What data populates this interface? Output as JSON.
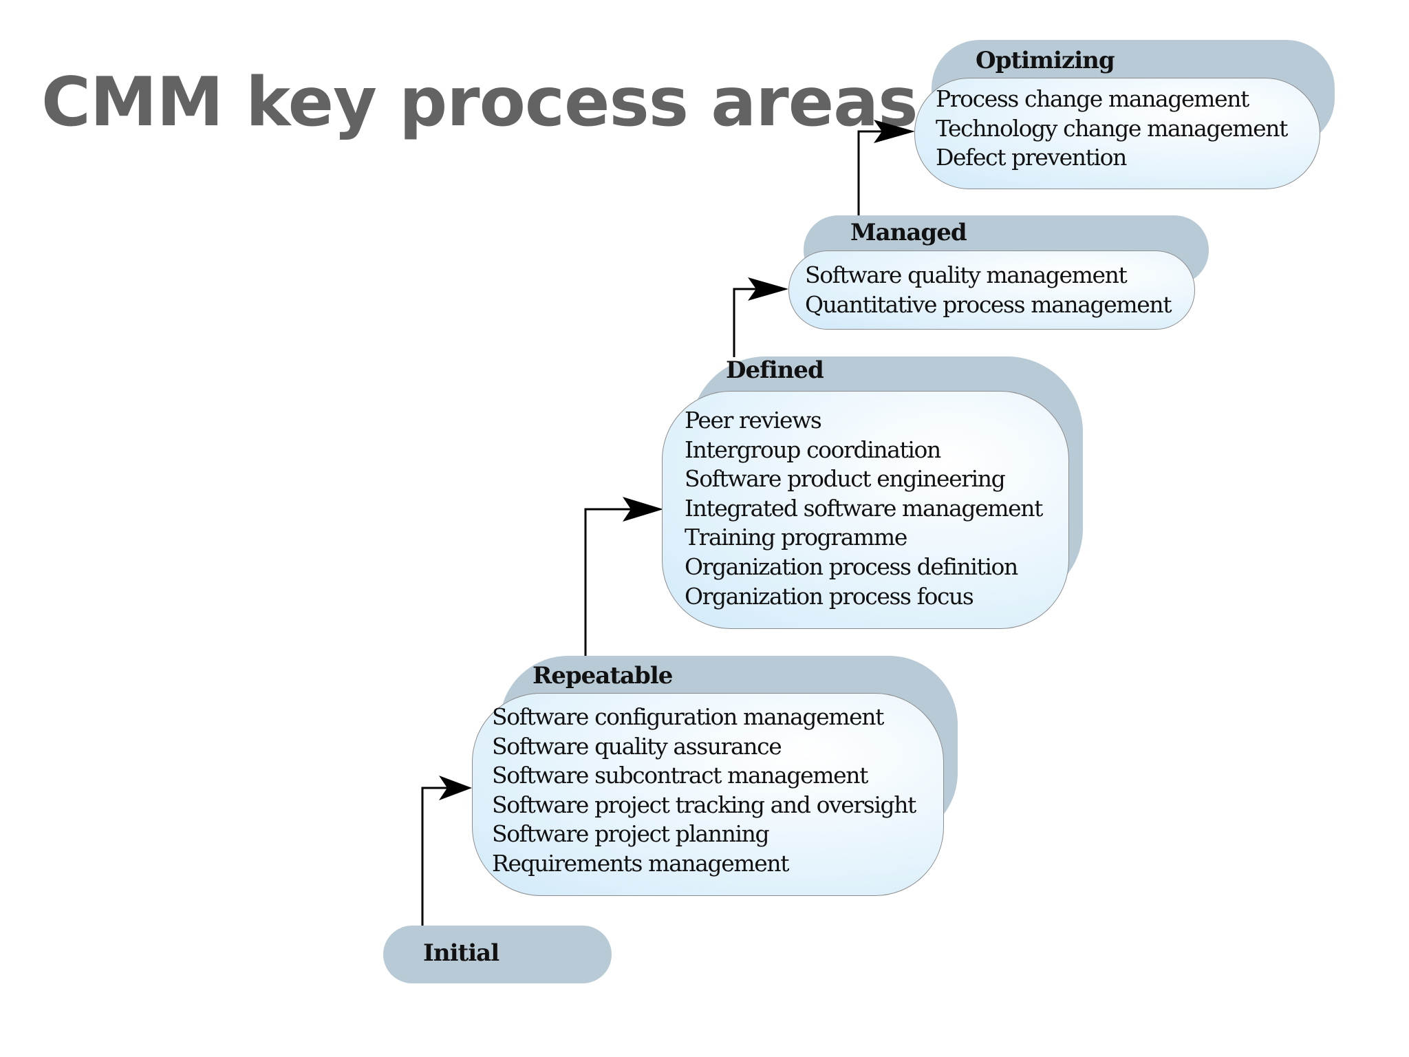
{
  "title": "CMM key process areas",
  "levels": [
    {
      "name": "Initial",
      "items": []
    },
    {
      "name": "Repeatable",
      "items": [
        "Software configuration management",
        "Software quality assurance",
        "Software subcontract management",
        "Software project tracking and oversight",
        "Software project planning",
        "Requirements management"
      ]
    },
    {
      "name": "Defined",
      "items": [
        "Peer reviews",
        "Intergroup coordination",
        "Software product engineering",
        "Integrated software management",
        "Training programme",
        "Organization process definition",
        "Organization process focus"
      ]
    },
    {
      "name": "Managed",
      "items": [
        "Software quality management",
        "Quantitative process management"
      ]
    },
    {
      "name": "Optimizing",
      "items": [
        "Process change management",
        "Technology change management",
        "Defect prevention"
      ]
    }
  ],
  "colors": {
    "tab": "#b8cad6",
    "box_fill": "#e1f1fb",
    "arrow": "#000000",
    "title": "#636363"
  }
}
